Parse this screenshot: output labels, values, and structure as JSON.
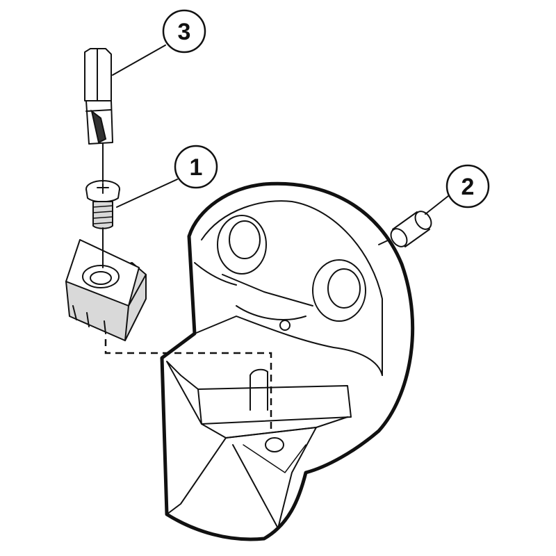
{
  "callouts": [
    {
      "label": "1",
      "part": "insert-screw"
    },
    {
      "label": "2",
      "part": "dowel-pin"
    },
    {
      "label": "3",
      "part": "torx-key"
    }
  ],
  "colors": {
    "ink": "#111111",
    "shade": "#d9d9d9",
    "background": "#ffffff"
  }
}
